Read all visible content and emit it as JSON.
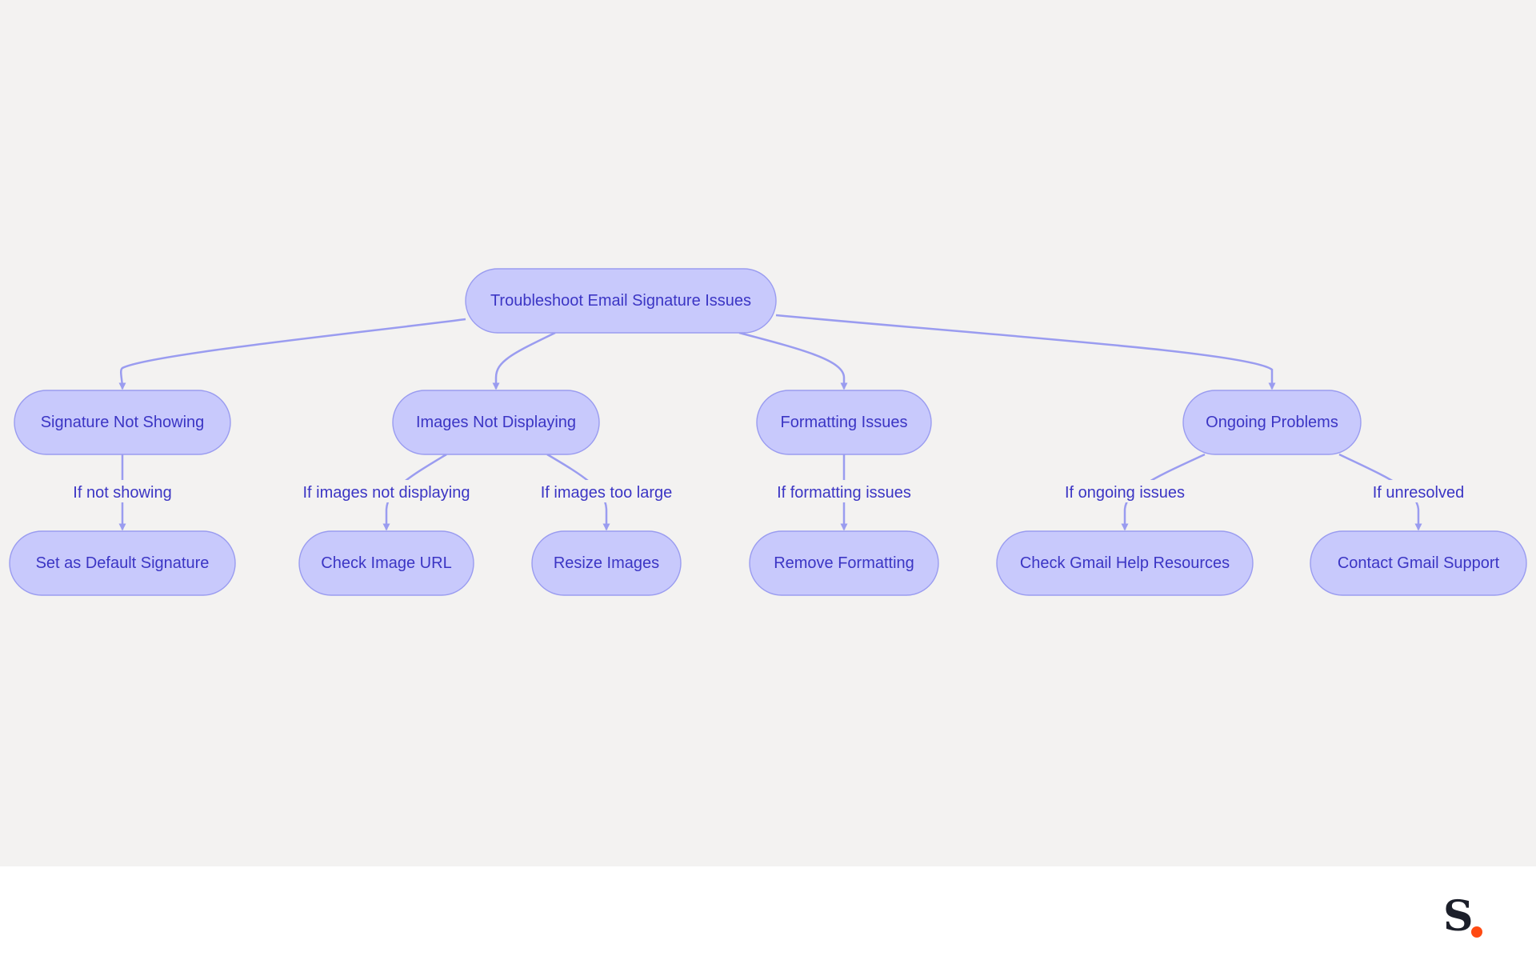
{
  "diagram": {
    "root": "Troubleshoot Email Signature Issues",
    "nodes": {
      "n1": "Signature Not Showing",
      "n2": "Images Not Displaying",
      "n3": "Formatting Issues",
      "n4": "Ongoing Problems",
      "n5": "Set as Default Signature",
      "n6": "Check Image URL",
      "n7": "Resize Images",
      "n8": "Remove Formatting",
      "n9": "Check Gmail Help Resources",
      "n10": "Contact Gmail Support"
    },
    "edges": [
      {
        "from": "root",
        "to": "n1",
        "label": ""
      },
      {
        "from": "root",
        "to": "n2",
        "label": ""
      },
      {
        "from": "root",
        "to": "n3",
        "label": ""
      },
      {
        "from": "root",
        "to": "n4",
        "label": ""
      },
      {
        "from": "n1",
        "to": "n5",
        "label": "If not showing"
      },
      {
        "from": "n2",
        "to": "n6",
        "label": "If images not displaying"
      },
      {
        "from": "n2",
        "to": "n7",
        "label": "If images too large"
      },
      {
        "from": "n3",
        "to": "n8",
        "label": "If formatting issues"
      },
      {
        "from": "n4",
        "to": "n9",
        "label": "If ongoing issues"
      },
      {
        "from": "n4",
        "to": "n10",
        "label": "If unresolved"
      }
    ]
  },
  "colors": {
    "node_fill": "#c8c9fc",
    "node_stroke": "#9a9cf0",
    "text": "#3b35c4",
    "background": "#f3f2f1",
    "logo_dot": "#ff4a12"
  },
  "footer": {
    "logo_letter": "S",
    "logo_icon": "brand-logo-icon"
  }
}
